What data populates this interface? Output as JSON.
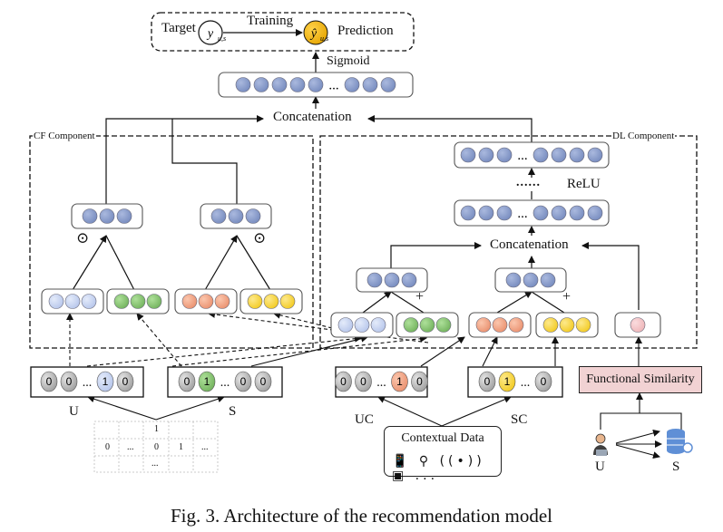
{
  "top": {
    "target": "Target",
    "training": "Training",
    "prediction": "Prediction",
    "target_symbol": "y",
    "pred_symbol": "ŷ",
    "subscript": "u,s"
  },
  "sigmoid": "Sigmoid",
  "concat_top": "Concatenation",
  "cf_component": "CF Component",
  "dl_component": "DL Component",
  "relu": "ReLU",
  "concat_dl": "Concatenation",
  "plus": "+",
  "odot": "⊙",
  "ellipsis": "...",
  "dotted": "......",
  "onehot": {
    "u": [
      "0",
      "0",
      "...",
      "1",
      "0"
    ],
    "s": [
      "0",
      "1",
      "...",
      "0",
      "0"
    ],
    "uc": [
      "0",
      "0",
      "...",
      "1",
      "0"
    ],
    "sc": [
      "0",
      "1",
      "...",
      "0"
    ]
  },
  "inputs": {
    "u": "U",
    "s": "S",
    "uc": "UC",
    "sc": "SC",
    "u2": "U",
    "s2": "S"
  },
  "matrix": {
    "one_top": "1",
    "row": [
      "0",
      "...",
      "0",
      "1",
      "..."
    ],
    "bottom": "..."
  },
  "contextual_data": "Contextual Data",
  "context_icons": "📱 ⚲ ((•)) ▣ ...",
  "functional_similarity": "Functional Similarity",
  "caption": "Fig. 3.   Architecture of the recommendation model",
  "colors": {
    "blue": "#8da0cb",
    "light_blue": "#c8d4f0",
    "green": "#8bc478",
    "salmon": "#f2a98b",
    "yellow": "#f8d94f",
    "pink": "#f4c6c8",
    "prediction": "#f4b400",
    "func_fill": "#f1d2d3"
  }
}
